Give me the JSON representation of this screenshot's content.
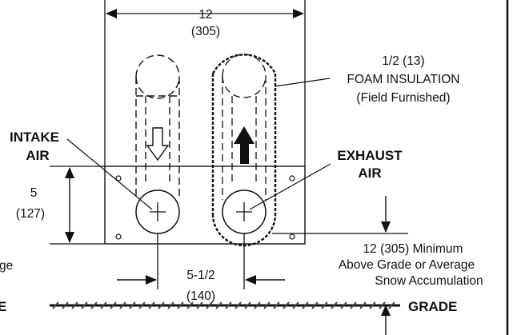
{
  "dimensions": {
    "top_width": "12",
    "top_width_mm": "(305)",
    "side_height": "5",
    "side_height_mm": "(127)",
    "bottom_spacing": "5-1/2",
    "bottom_spacing_mm": "(140)"
  },
  "labels": {
    "insulation_line1": "1/2 (13)",
    "insulation_line2": "FOAM INSULATION",
    "insulation_line3": "(Field Furnished)",
    "intake_line1": "INTAKE",
    "intake_line2": "AIR",
    "exhaust_line1": "EXHAUST",
    "exhaust_line2": "AIR",
    "clearance_line1": "12 (305) Minimum",
    "clearance_line2": "Above Grade or Average",
    "clearance_line3": "Snow Accumulation",
    "grade_right": "GRADE",
    "cut_left_text": "ge",
    "cut_left_grade": "E"
  }
}
